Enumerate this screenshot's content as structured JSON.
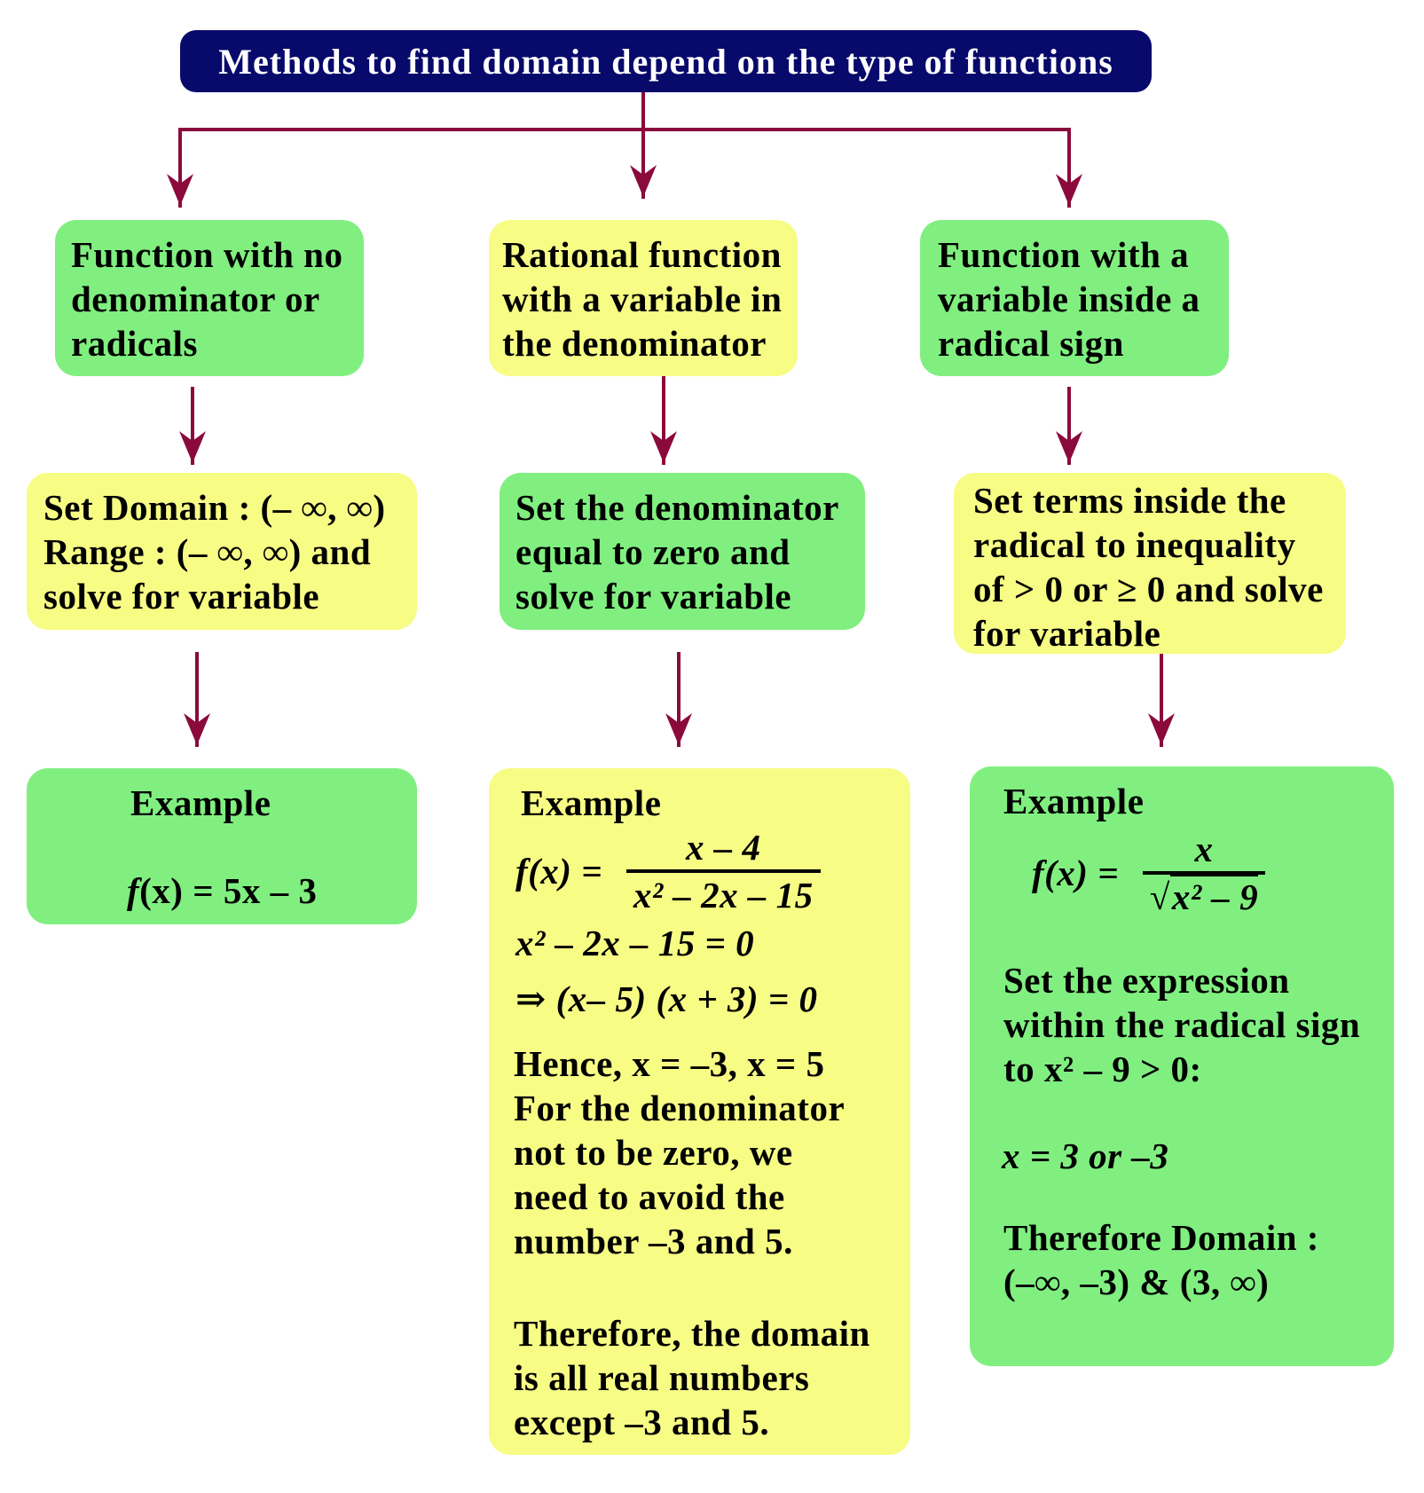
{
  "title": "Methods to find domain depend on the type of functions",
  "colors": {
    "title_bg": "#07096b",
    "green": "#80ef80",
    "yellow": "#f7fc85",
    "arrow": "#8b0a3c"
  },
  "col1": {
    "type_lines": [
      "Function with no",
      "denominator or",
      "radicals"
    ],
    "method_lines": [
      "Set Domain : (– ∞, ∞)",
      "Range : (– ∞, ∞) and",
      "solve for variable"
    ],
    "example_heading": "Example",
    "example_f": "f",
    "example_rest": "(x) = 5x – 3"
  },
  "col2": {
    "type_lines": [
      "Rational function",
      "with a variable in",
      "the denominator"
    ],
    "method_lines": [
      "Set the denominator",
      "equal to zero and",
      "solve for variable"
    ],
    "example_heading": "Example",
    "f_lhs": "f(x) =",
    "f_num": "x – 4",
    "f_den": "x² – 2x – 15",
    "eq1": "x² – 2x – 15 = 0",
    "eq2": "⇒ (x– 5) (x + 3) = 0",
    "hence_lines": [
      "Hence, x = –3, x = 5",
      "For the denominator",
      "not to be zero, we",
      "need to avoid the",
      "number –3 and 5."
    ],
    "conclusion_lines": [
      "Therefore, the domain",
      "is all real numbers",
      "except –3 and 5."
    ]
  },
  "col3": {
    "type_lines": [
      "Function with a",
      "variable inside a",
      "radical sign"
    ],
    "method_lines": [
      "Set terms inside the",
      "radical to inequality",
      "of > 0 or ≥ 0 and solve",
      "for variable"
    ],
    "example_heading": "Example",
    "f_lhs": "f(x) =",
    "f_num": "x",
    "f_den_root": "√",
    "f_den_body": "x² – 9",
    "set_lines": [
      "Set the expression",
      "within the radical sign",
      "to x² – 9 > 0:"
    ],
    "solution": "x = 3 or –3",
    "domain_label": "Therefore Domain :",
    "domain_value": "(–∞, –3) & (3, ∞)"
  }
}
